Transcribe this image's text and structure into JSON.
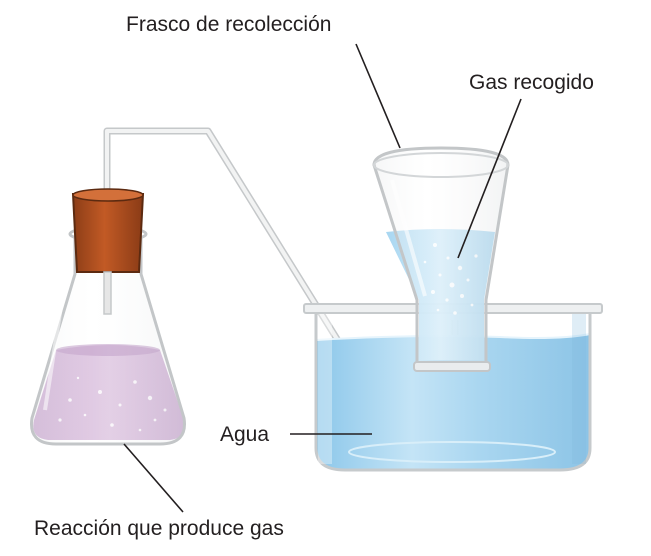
{
  "labels": {
    "collection_flask": "Frasco de recolección",
    "collected_gas": "Gas recogido",
    "water": "Agua",
    "reaction": "Reacción que produce gas"
  },
  "colors": {
    "label_text": "#231f20",
    "leader_line": "#231f20",
    "glass_outline": "#c9ccce",
    "water": "#9fd2ee",
    "water_light": "#cbe8f7",
    "reaction_liquid": "#d4b4d8",
    "cork": "#b8501f",
    "cork_dark": "#7a3413",
    "tube": "#e6e6e6"
  }
}
